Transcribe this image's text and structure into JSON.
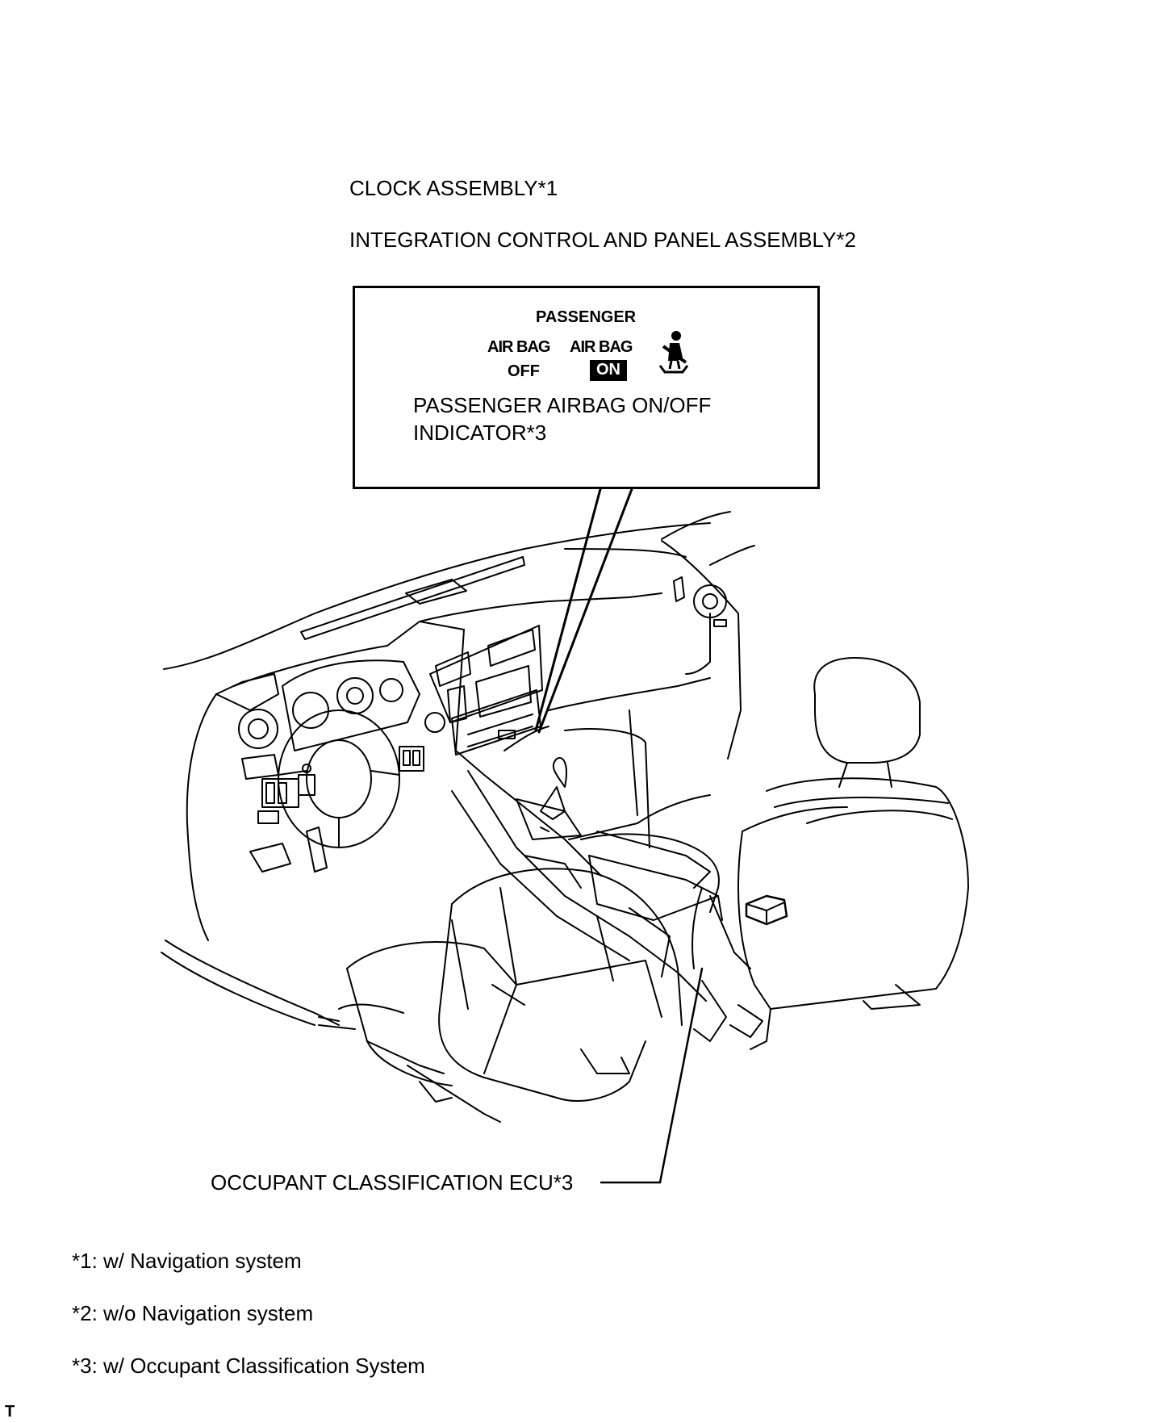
{
  "labels": {
    "clock_assembly": "CLOCK ASSEMBLY*1",
    "integration_panel": "INTEGRATION CONTROL AND PANEL ASSEMBLY*2",
    "occupant_ecu": "OCCUPANT CLASSIFICATION ECU*3"
  },
  "indicator": {
    "header": "PASSENGER",
    "airbag_left": "AIR BAG",
    "airbag_right": "AIR BAG",
    "off": "OFF",
    "on": "ON",
    "caption_line1": "PASSENGER AIRBAG ON/OFF",
    "caption_line2": "INDICATOR*3",
    "seatbelt_icon": "seatbelt-icon"
  },
  "footnotes": [
    "*1: w/ Navigation system",
    "*2: w/o Navigation system",
    "*3: w/ Occupant Classification System"
  ],
  "corner_mark": "T"
}
